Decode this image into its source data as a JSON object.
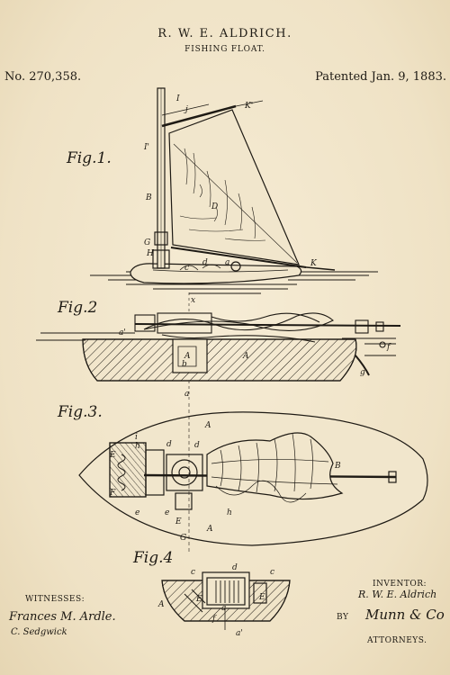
{
  "header": {
    "inventor_name": "R. W. E. ALDRICH.",
    "title": "FISHING FLOAT.",
    "patent_number": "No. 270,358.",
    "patent_date": "Patented Jan. 9, 1883."
  },
  "figures": {
    "fig1": "Fig.1.",
    "fig2": "Fig.2",
    "fig3": "Fig.3.",
    "fig4": "Fig.4"
  },
  "footer": {
    "witnesses_label": "WITNESSES:",
    "witness_1": "Frances M. Ardle.",
    "witness_2": "C. Sedgwick",
    "inventor_label": "INVENTOR:",
    "inventor_signature": "R. W. E. Aldrich",
    "by_label": "BY",
    "attorney_signature": "Munn & Co",
    "attorneys_label": "ATTORNEYS."
  },
  "colors": {
    "paper": "#f1e6cc",
    "ink": "#1e1a14"
  }
}
